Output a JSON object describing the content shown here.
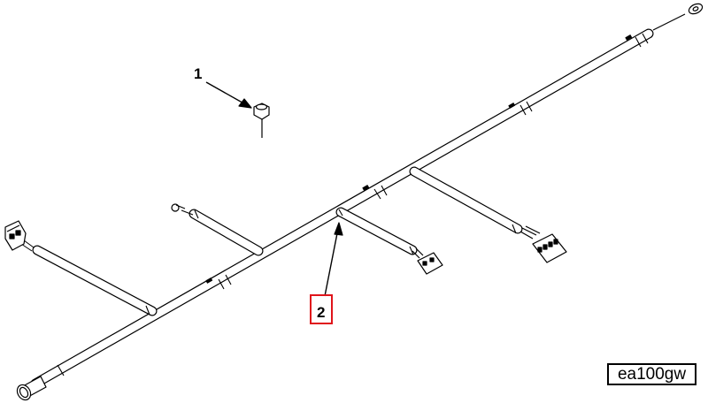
{
  "callouts": [
    {
      "label": "1",
      "part": "nut"
    },
    {
      "label": "2",
      "part": "wiring-harness",
      "highlighted": true
    }
  ],
  "figure_code": "ea100gw",
  "colors": {
    "line": "#000000",
    "highlight": "#e0141b",
    "background": "#ffffff"
  }
}
